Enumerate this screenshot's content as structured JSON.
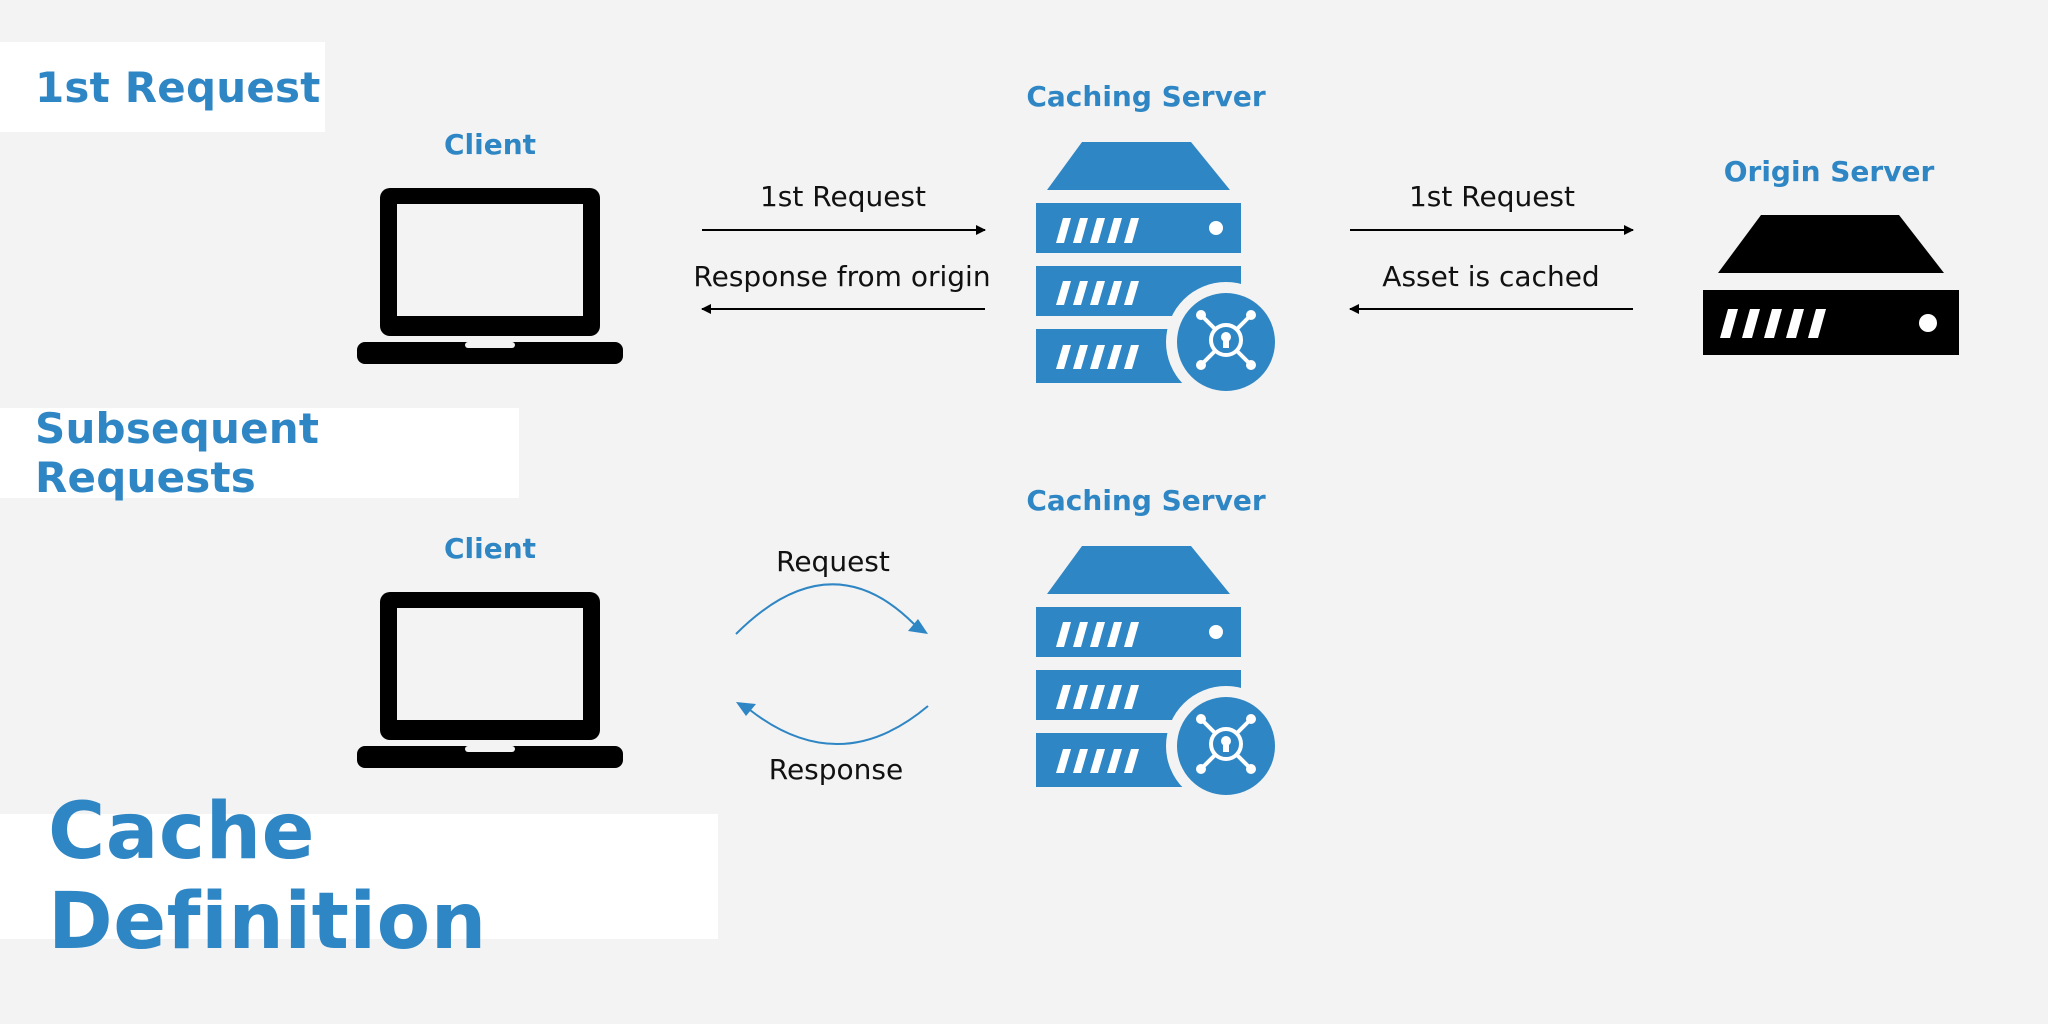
{
  "sections": {
    "first": {
      "title": "1st Request"
    },
    "subsequent": {
      "title": "Subsequent Requests"
    }
  },
  "main_title": "Cache Definition",
  "nodes": {
    "client_1": {
      "label": "Client",
      "icon": "laptop-icon"
    },
    "caching_server_1": {
      "label": "Caching Server",
      "icon": "caching-server-icon"
    },
    "origin_server": {
      "label": "Origin Server",
      "icon": "server-icon"
    },
    "client_2": {
      "label": "Client",
      "icon": "laptop-icon"
    },
    "caching_server_2": {
      "label": "Caching Server",
      "icon": "caching-server-icon"
    }
  },
  "edges": {
    "client_to_cache_request": "1st Request",
    "cache_to_client_response": "Response from origin",
    "cache_to_origin_request": "1st Request",
    "origin_to_cache_response": "Asset is cached",
    "sub_request": "Request",
    "sub_response": "Response"
  },
  "colors": {
    "accent": "#2f86c4",
    "icon_dark": "#000000",
    "background": "#f3f3f3",
    "panel": "#ffffff"
  }
}
